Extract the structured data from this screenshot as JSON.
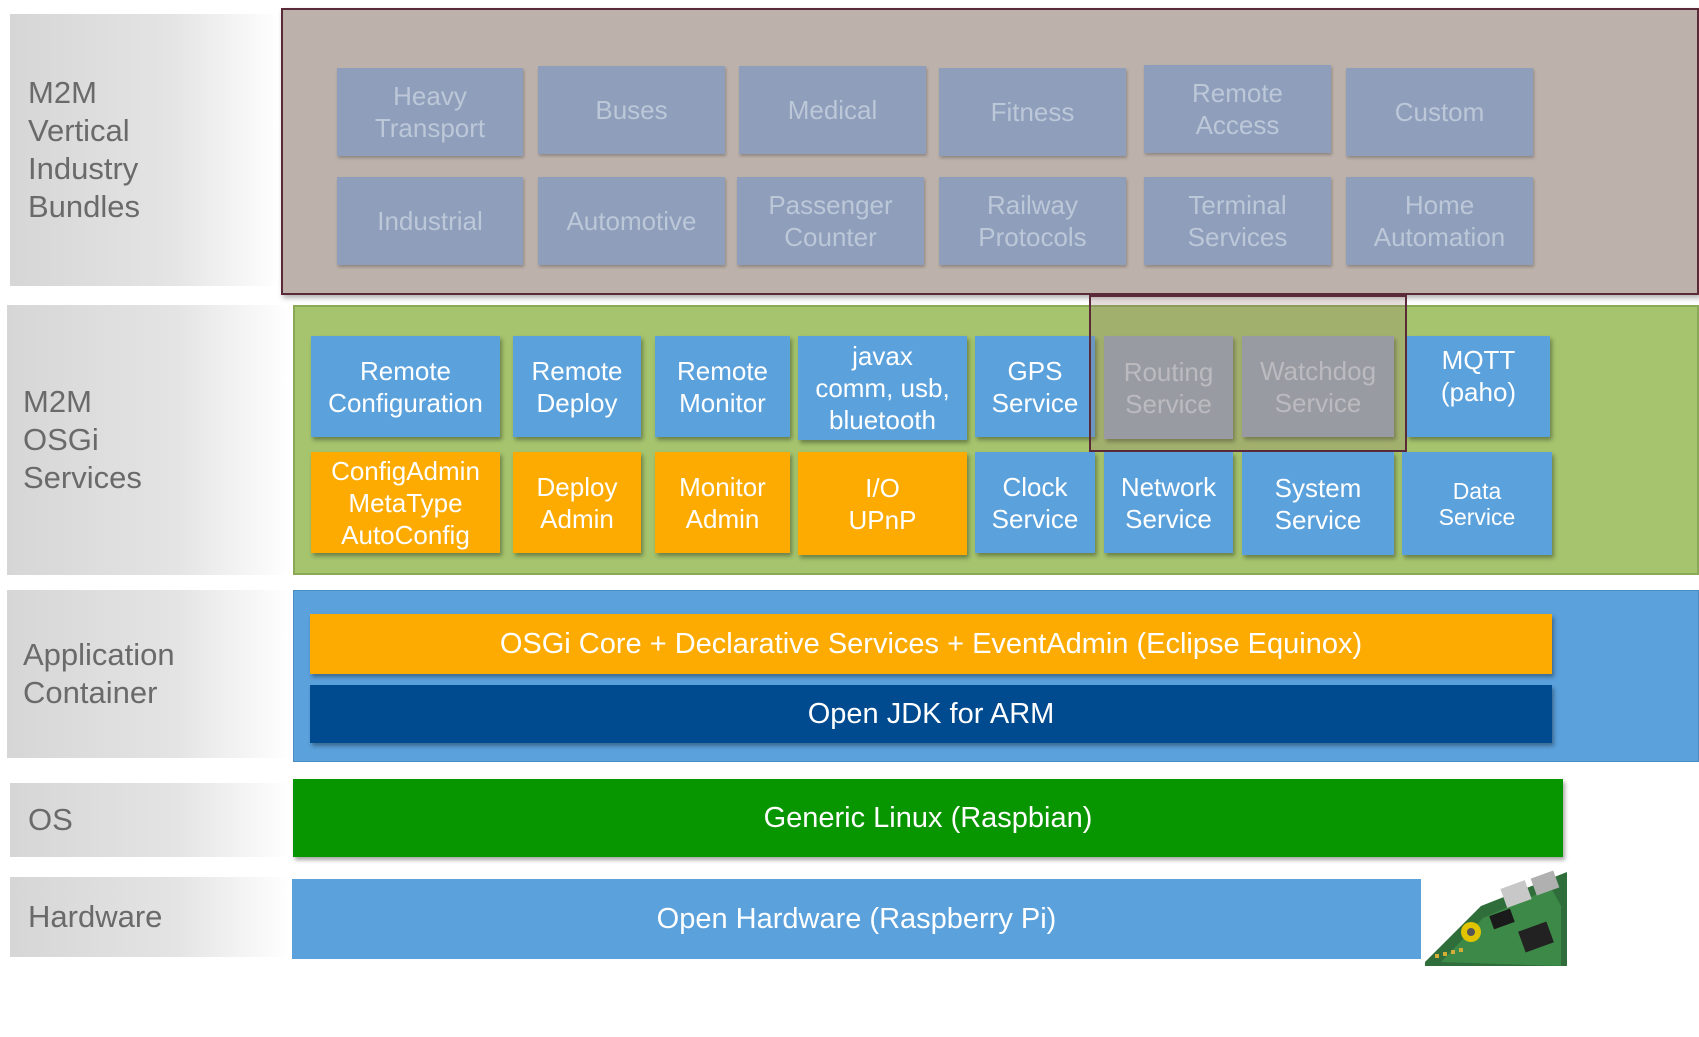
{
  "layers": {
    "bundles": "M2M\nVertical\nIndustry\nBundles",
    "services": "M2M\nOSGi\nServices",
    "container": "Application\nContainer",
    "os": "OS",
    "hardware": "Hardware"
  },
  "bundles": [
    "Heavy\nTransport",
    "Buses",
    "Medical",
    "Fitness",
    "Remote\nAccess",
    "Custom",
    "Industrial",
    "Automotive",
    "Passenger\nCounter",
    "Railway\nProtocols",
    "Terminal\nServices",
    "Home\nAutomation"
  ],
  "services": {
    "remote_configuration": "Remote\nConfiguration",
    "remote_deploy": "Remote\nDeploy",
    "remote_monitor": "Remote\nMonitor",
    "javax": "javax\ncomm, usb,\nbluetooth",
    "gps": "GPS\nService",
    "routing": "Routing\nService",
    "watchdog": "Watchdog\nService",
    "mqtt": "MQTT\n(paho)",
    "configadmin": "ConfigAdmin\nMetaType\nAutoConfig",
    "deploy_admin": "Deploy\nAdmin",
    "monitor_admin": "Monitor\nAdmin",
    "io": "I/O\nUPnP",
    "clock": "Clock\nService",
    "network": "Network\nService",
    "system": "System\nService",
    "data": "Data\nService"
  },
  "container": {
    "osgi_core": "OSGi Core + Declarative Services + EventAdmin (Eclipse Equinox)",
    "jdk": "Open JDK for ARM"
  },
  "os": "Generic Linux (Raspbian)",
  "hardware": "Open Hardware (Raspberry Pi)",
  "colors": {
    "blue": "#5ba1dc",
    "orange": "#fdab00",
    "dark_blue": "#004a8f",
    "green": "#089600",
    "osgi_panel": "#a5c46d",
    "bundle_panel": "#bdb2ab"
  },
  "icons": {
    "hardware_photo": "raspberry-pi-board-photo"
  }
}
